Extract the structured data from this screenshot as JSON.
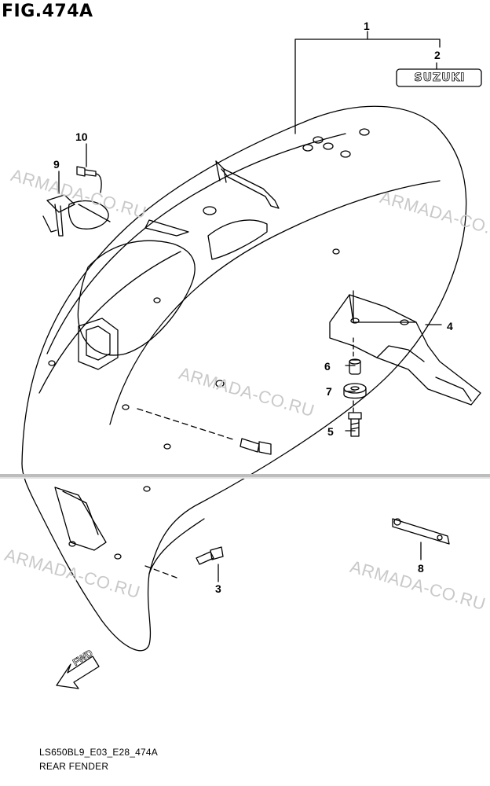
{
  "figure": {
    "title": "FIG.474A",
    "code": "LS650BL9_E03_E28_474A",
    "name": "REAR FENDER"
  },
  "badge_text": "SUZUKI",
  "direction_arrow_text": "FWD",
  "watermark": "ARMADA-CO.RU",
  "callouts": [
    "1",
    "2",
    "3",
    "4",
    "5",
    "6",
    "7",
    "8",
    "9",
    "10"
  ],
  "colors": {
    "line": "#000000",
    "watermark": "#c9c9c9",
    "background": "#ffffff"
  }
}
